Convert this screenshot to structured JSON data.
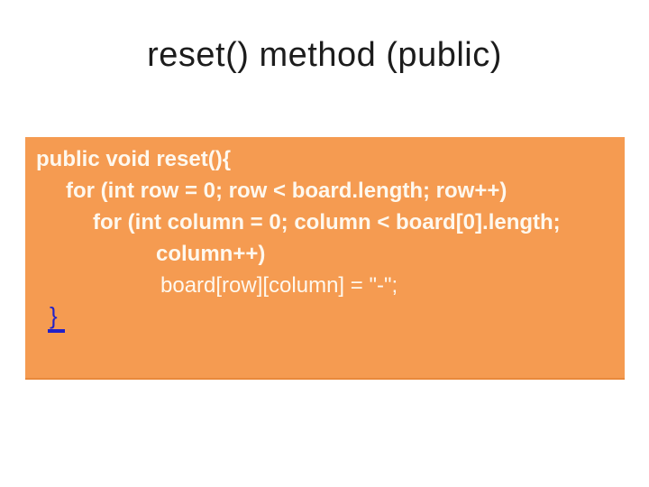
{
  "slide": {
    "title": "reset() method (public)",
    "code_box": {
      "lines": [
        {
          "text": "public void reset(){"
        },
        {
          "text": "for (int row = 0; row < board.length; row++)"
        },
        {
          "text": "for (int column = 0; column < board[0].length;"
        },
        {
          "text": "column++)"
        },
        {
          "text": "board[row][column] = \"-\";"
        },
        {
          "text": "}"
        }
      ]
    },
    "colors": {
      "box_background": "#f59b51",
      "box_edge": "#e8893b",
      "code_text": "#fef8ee",
      "title_text": "#1c1c1c",
      "link_brace": "#2121c8"
    }
  }
}
